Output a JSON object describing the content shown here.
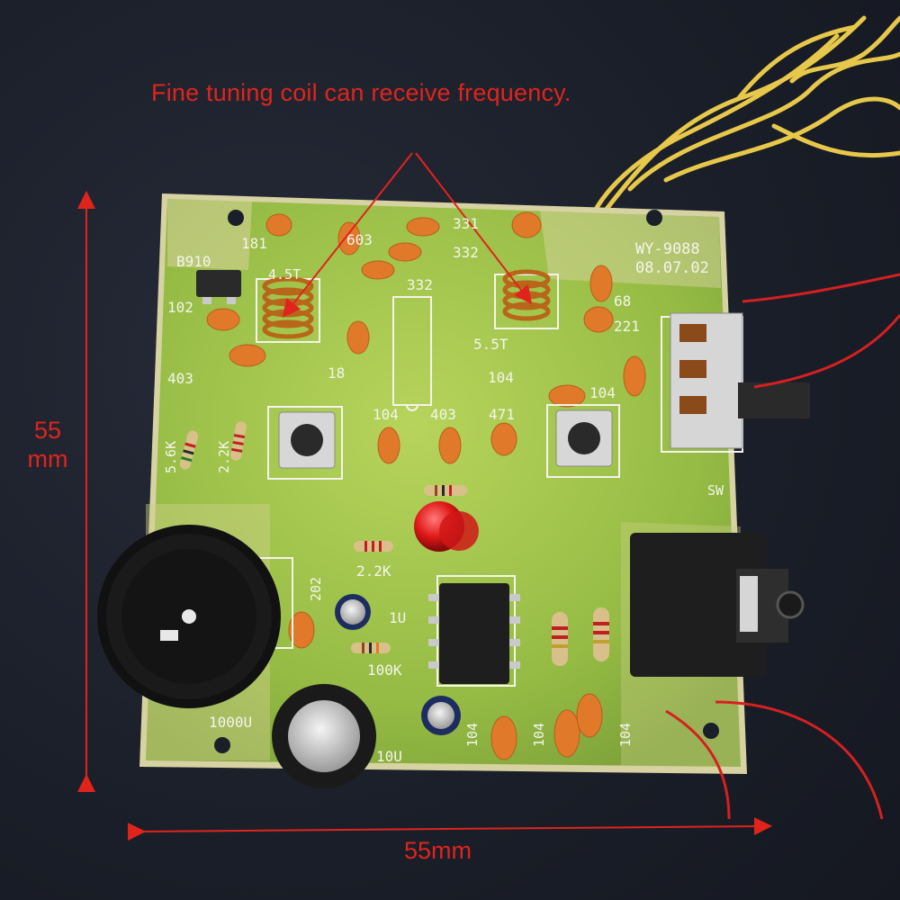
{
  "annotations": {
    "caption": "Fine tuning coil can receive frequency.",
    "height_dimension": [
      "55",
      "mm"
    ],
    "width_dimension": "55mm"
  },
  "board": {
    "model": "WY-9088",
    "date": "08.07.02",
    "silkscreen": {
      "r_top_left": "181",
      "cap_603": "603",
      "cap_331": "331",
      "cap_332_a": "332",
      "cap_332_b": "332",
      "chip_b910": "B910",
      "cap_102": "102",
      "coil_45": "4.5T",
      "cap_403_a": "403",
      "cap_18": "18",
      "coil_55": "5.5T",
      "cap_68": "68",
      "cap_221": "221",
      "cap_104_a": "104",
      "cap_104_b": "104",
      "res_56k": "5.6K",
      "res_22k_a": "2.2K",
      "cap_104_c": "104",
      "cap_403_b": "403",
      "cap_471": "471",
      "sw": "SW",
      "res_22k_b": "2.2K",
      "cap_202": "202",
      "cap_1u": "1U",
      "res_100k": "100K",
      "cap_1000u": "1000U",
      "cap_10u": "10U",
      "cap_104_d": "104",
      "cap_104_e": "104",
      "cap_104_f": "104"
    }
  },
  "colors": {
    "annotation_red": "#e0241c",
    "board_green": "#9fc24a",
    "board_edge": "#d8d4a0",
    "background": "#1b1f2a",
    "antenna_wire": "#e7c84a",
    "ceramic_cap": "#e07a2a"
  }
}
